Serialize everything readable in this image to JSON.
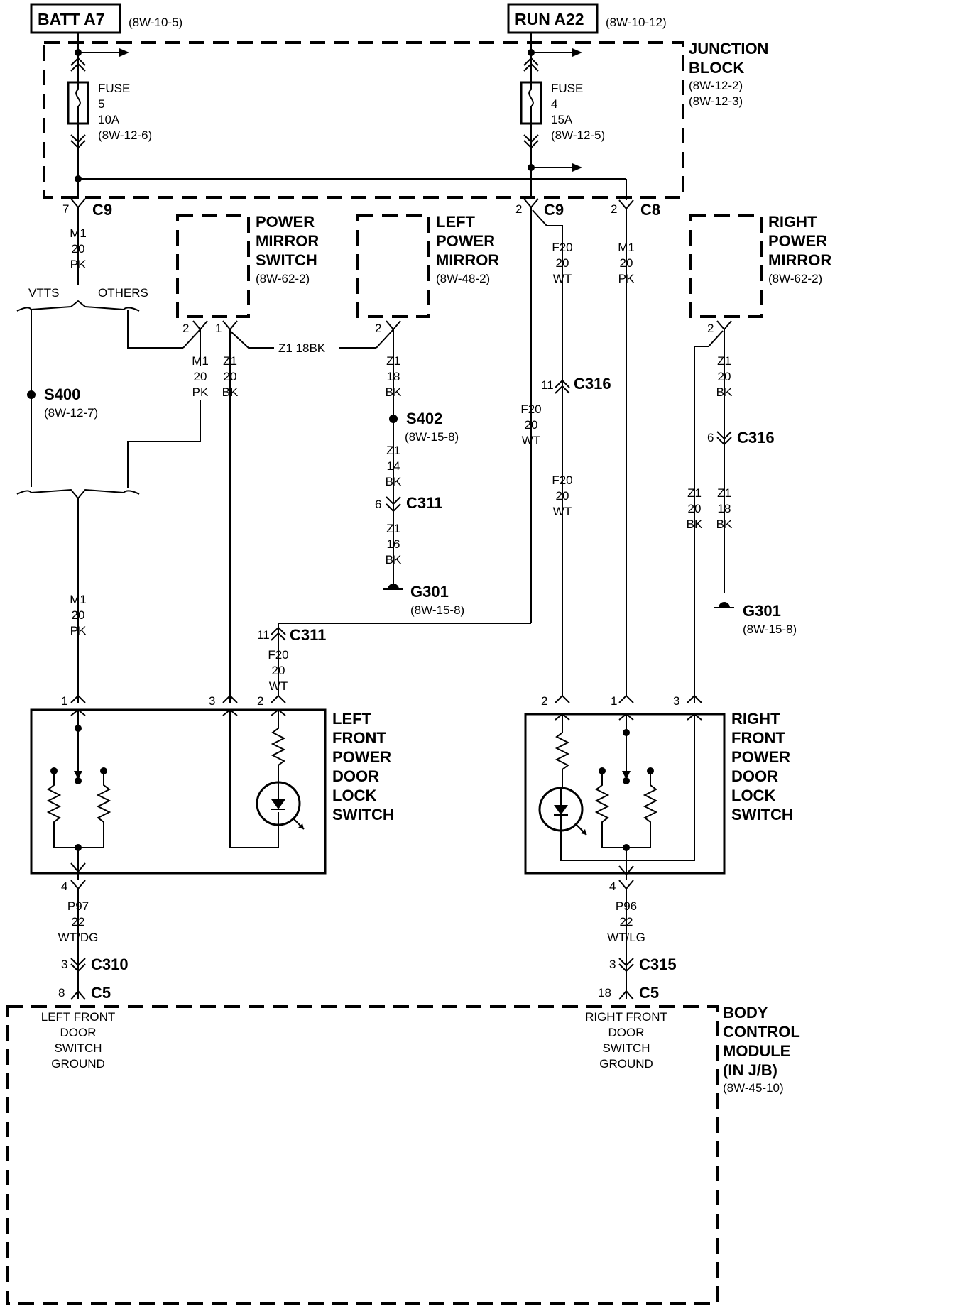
{
  "sources": {
    "batt": {
      "label": "BATT A7",
      "ref": "(8W-10-5)"
    },
    "run": {
      "label": "RUN A22",
      "ref": "(8W-10-12)"
    }
  },
  "junction_block": {
    "line1": "JUNCTION",
    "line2": "BLOCK",
    "ref1": "(8W-12-2)",
    "ref2": "(8W-12-3)"
  },
  "fuse5": {
    "label": "FUSE",
    "num": "5",
    "amps": "10A",
    "ref": "(8W-12-6)"
  },
  "fuse4": {
    "label": "FUSE",
    "num": "4",
    "amps": "15A",
    "ref": "(8W-12-5)"
  },
  "connectors": {
    "c9_left": {
      "pin": "7",
      "name": "C9"
    },
    "c9_right": {
      "pin": "2",
      "name": "C9"
    },
    "c8": {
      "pin": "2",
      "name": "C8"
    },
    "c316_a": {
      "pin": "11",
      "name": "C316"
    },
    "c316_b": {
      "pin": "6",
      "name": "C316"
    },
    "c311_a": {
      "pin": "6",
      "name": "C311"
    },
    "c311_b": {
      "pin": "11",
      "name": "C311"
    },
    "c310": {
      "pin": "3",
      "name": "C310"
    },
    "c315": {
      "pin": "3",
      "name": "C315"
    },
    "c5_left": {
      "pin": "8",
      "name": "C5"
    },
    "c5_right": {
      "pin": "18",
      "name": "C5"
    }
  },
  "wires": {
    "m1_top_left": [
      "M1",
      "20",
      "PK"
    ],
    "m1_switch": [
      "M1",
      "20",
      "PK"
    ],
    "z1_switch": [
      "Z1",
      "20",
      "BK"
    ],
    "z1_horizontal": "Z1  18BK",
    "z1_lpm_1": [
      "Z1",
      "18",
      "BK"
    ],
    "z1_lpm_2": [
      "Z1",
      "14",
      "BK"
    ],
    "z1_lpm_3": [
      "Z1",
      "16",
      "BK"
    ],
    "f20_c9_1": [
      "F20",
      "20",
      "WT"
    ],
    "f20_c9_2": [
      "F20",
      "20",
      "WT"
    ],
    "f20_long": [
      "F20",
      "20",
      "WT"
    ],
    "m1_c8": [
      "M1",
      "20",
      "PK"
    ],
    "z1_rpm_1": [
      "Z1",
      "20",
      "BK"
    ],
    "z1_rpm_2": [
      "Z1",
      "18",
      "BK"
    ],
    "z1_rpm_3": [
      "Z1",
      "20",
      "BK"
    ],
    "m1_bottom_left": [
      "M1",
      "20",
      "PK"
    ],
    "f20_c311": [
      "F20",
      "20",
      "WT"
    ],
    "p97": [
      "P97",
      "22",
      "WT/DG"
    ],
    "p96": [
      "P96",
      "22",
      "WT/LG"
    ]
  },
  "vtts": "VTTS",
  "others": "OTHERS",
  "splices": {
    "s400": {
      "name": "S400",
      "ref": "(8W-12-7)"
    },
    "s402": {
      "name": "S402",
      "ref": "(8W-15-8)"
    }
  },
  "grounds": {
    "g301_left": {
      "name": "G301",
      "ref": "(8W-15-8)"
    },
    "g301_right": {
      "name": "G301",
      "ref": "(8W-15-8)"
    }
  },
  "components": {
    "power_mirror_switch": {
      "lines": [
        "POWER",
        "MIRROR",
        "SWITCH"
      ],
      "ref": "(8W-62-2)",
      "pins": [
        "2",
        "1"
      ]
    },
    "left_power_mirror": {
      "lines": [
        "LEFT",
        "POWER",
        "MIRROR"
      ],
      "ref": "(8W-48-2)",
      "pin": "2"
    },
    "right_power_mirror": {
      "lines": [
        "RIGHT",
        "POWER",
        "MIRROR"
      ],
      "ref": "(8W-62-2)",
      "pin": "2"
    },
    "left_switch": {
      "lines": [
        "LEFT",
        "FRONT",
        "POWER",
        "DOOR",
        "LOCK",
        "SWITCH"
      ],
      "pins": [
        "1",
        "3",
        "2"
      ],
      "pin_bottom": "4"
    },
    "right_switch": {
      "lines": [
        "RIGHT",
        "FRONT",
        "POWER",
        "DOOR",
        "LOCK",
        "SWITCH"
      ],
      "pins": [
        "2",
        "1",
        "3"
      ],
      "pin_bottom": "4"
    }
  },
  "bcm": {
    "lines": [
      "BODY",
      "CONTROL",
      "MODULE",
      "(IN J/B)"
    ],
    "ref": "(8W-45-10)",
    "left_ground": [
      "LEFT FRONT",
      "DOOR",
      "SWITCH",
      "GROUND"
    ],
    "right_ground": [
      "RIGHT FRONT",
      "DOOR",
      "SWITCH",
      "GROUND"
    ]
  }
}
